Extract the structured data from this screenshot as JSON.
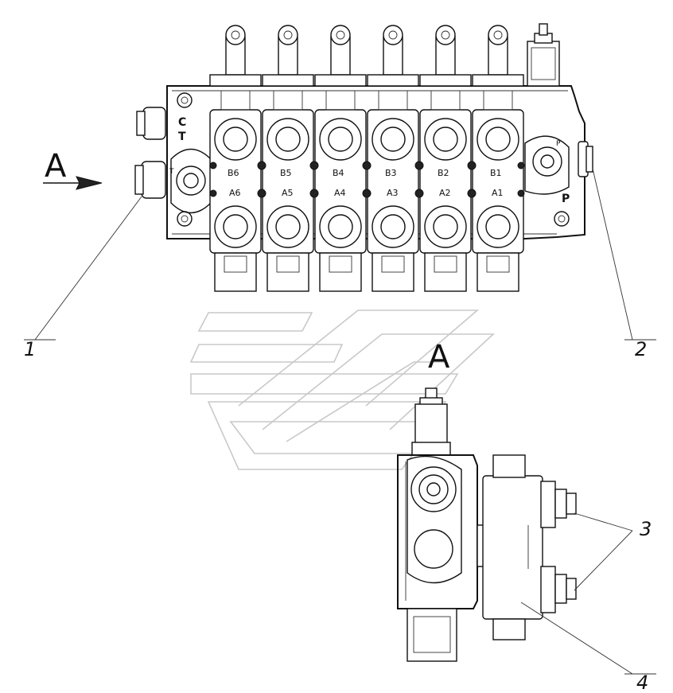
{
  "view_label": "A",
  "view_label_small": "A",
  "body_marks": {
    "ct_top": "C",
    "ct_bottom": "T",
    "p_right": "P",
    "p_small": "P",
    "t_small": "T"
  },
  "sections": [
    {
      "b": "B6",
      "a": "A6"
    },
    {
      "b": "B5",
      "a": "A5"
    },
    {
      "b": "B4",
      "a": "A4"
    },
    {
      "b": "B3",
      "a": "A3"
    },
    {
      "b": "B2",
      "a": "A2"
    },
    {
      "b": "B1",
      "a": "A1"
    }
  ],
  "callouts": [
    "1",
    "2",
    "3",
    "4"
  ]
}
